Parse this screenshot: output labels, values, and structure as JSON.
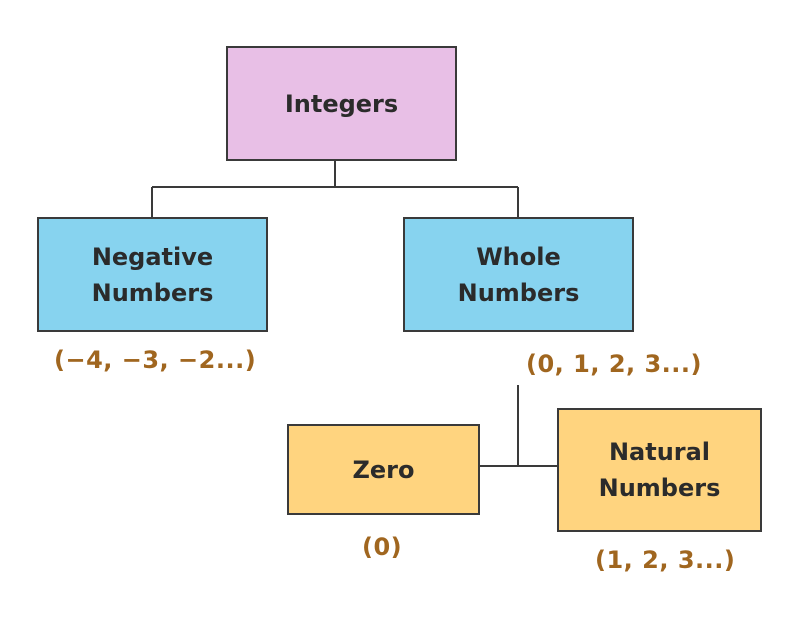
{
  "colors": {
    "integers": "#e8bfe6",
    "negative": "#87d3ef",
    "whole": "#87d3ef",
    "zero": "#ffd47f",
    "natural": "#ffd47f",
    "caption": "#a0661f",
    "line": "#3a3a3a"
  },
  "nodes": {
    "integers": {
      "label": "Integers"
    },
    "negative": {
      "label": "Negative\nNumbers",
      "caption": "(−4, −3, −2...)"
    },
    "whole": {
      "label": "Whole\nNumbers",
      "caption": "(0, 1, 2, 3...)"
    },
    "zero": {
      "label": "Zero",
      "caption": "(0)"
    },
    "natural": {
      "label": "Natural\nNumbers",
      "caption": "(1, 2, 3...)"
    }
  }
}
